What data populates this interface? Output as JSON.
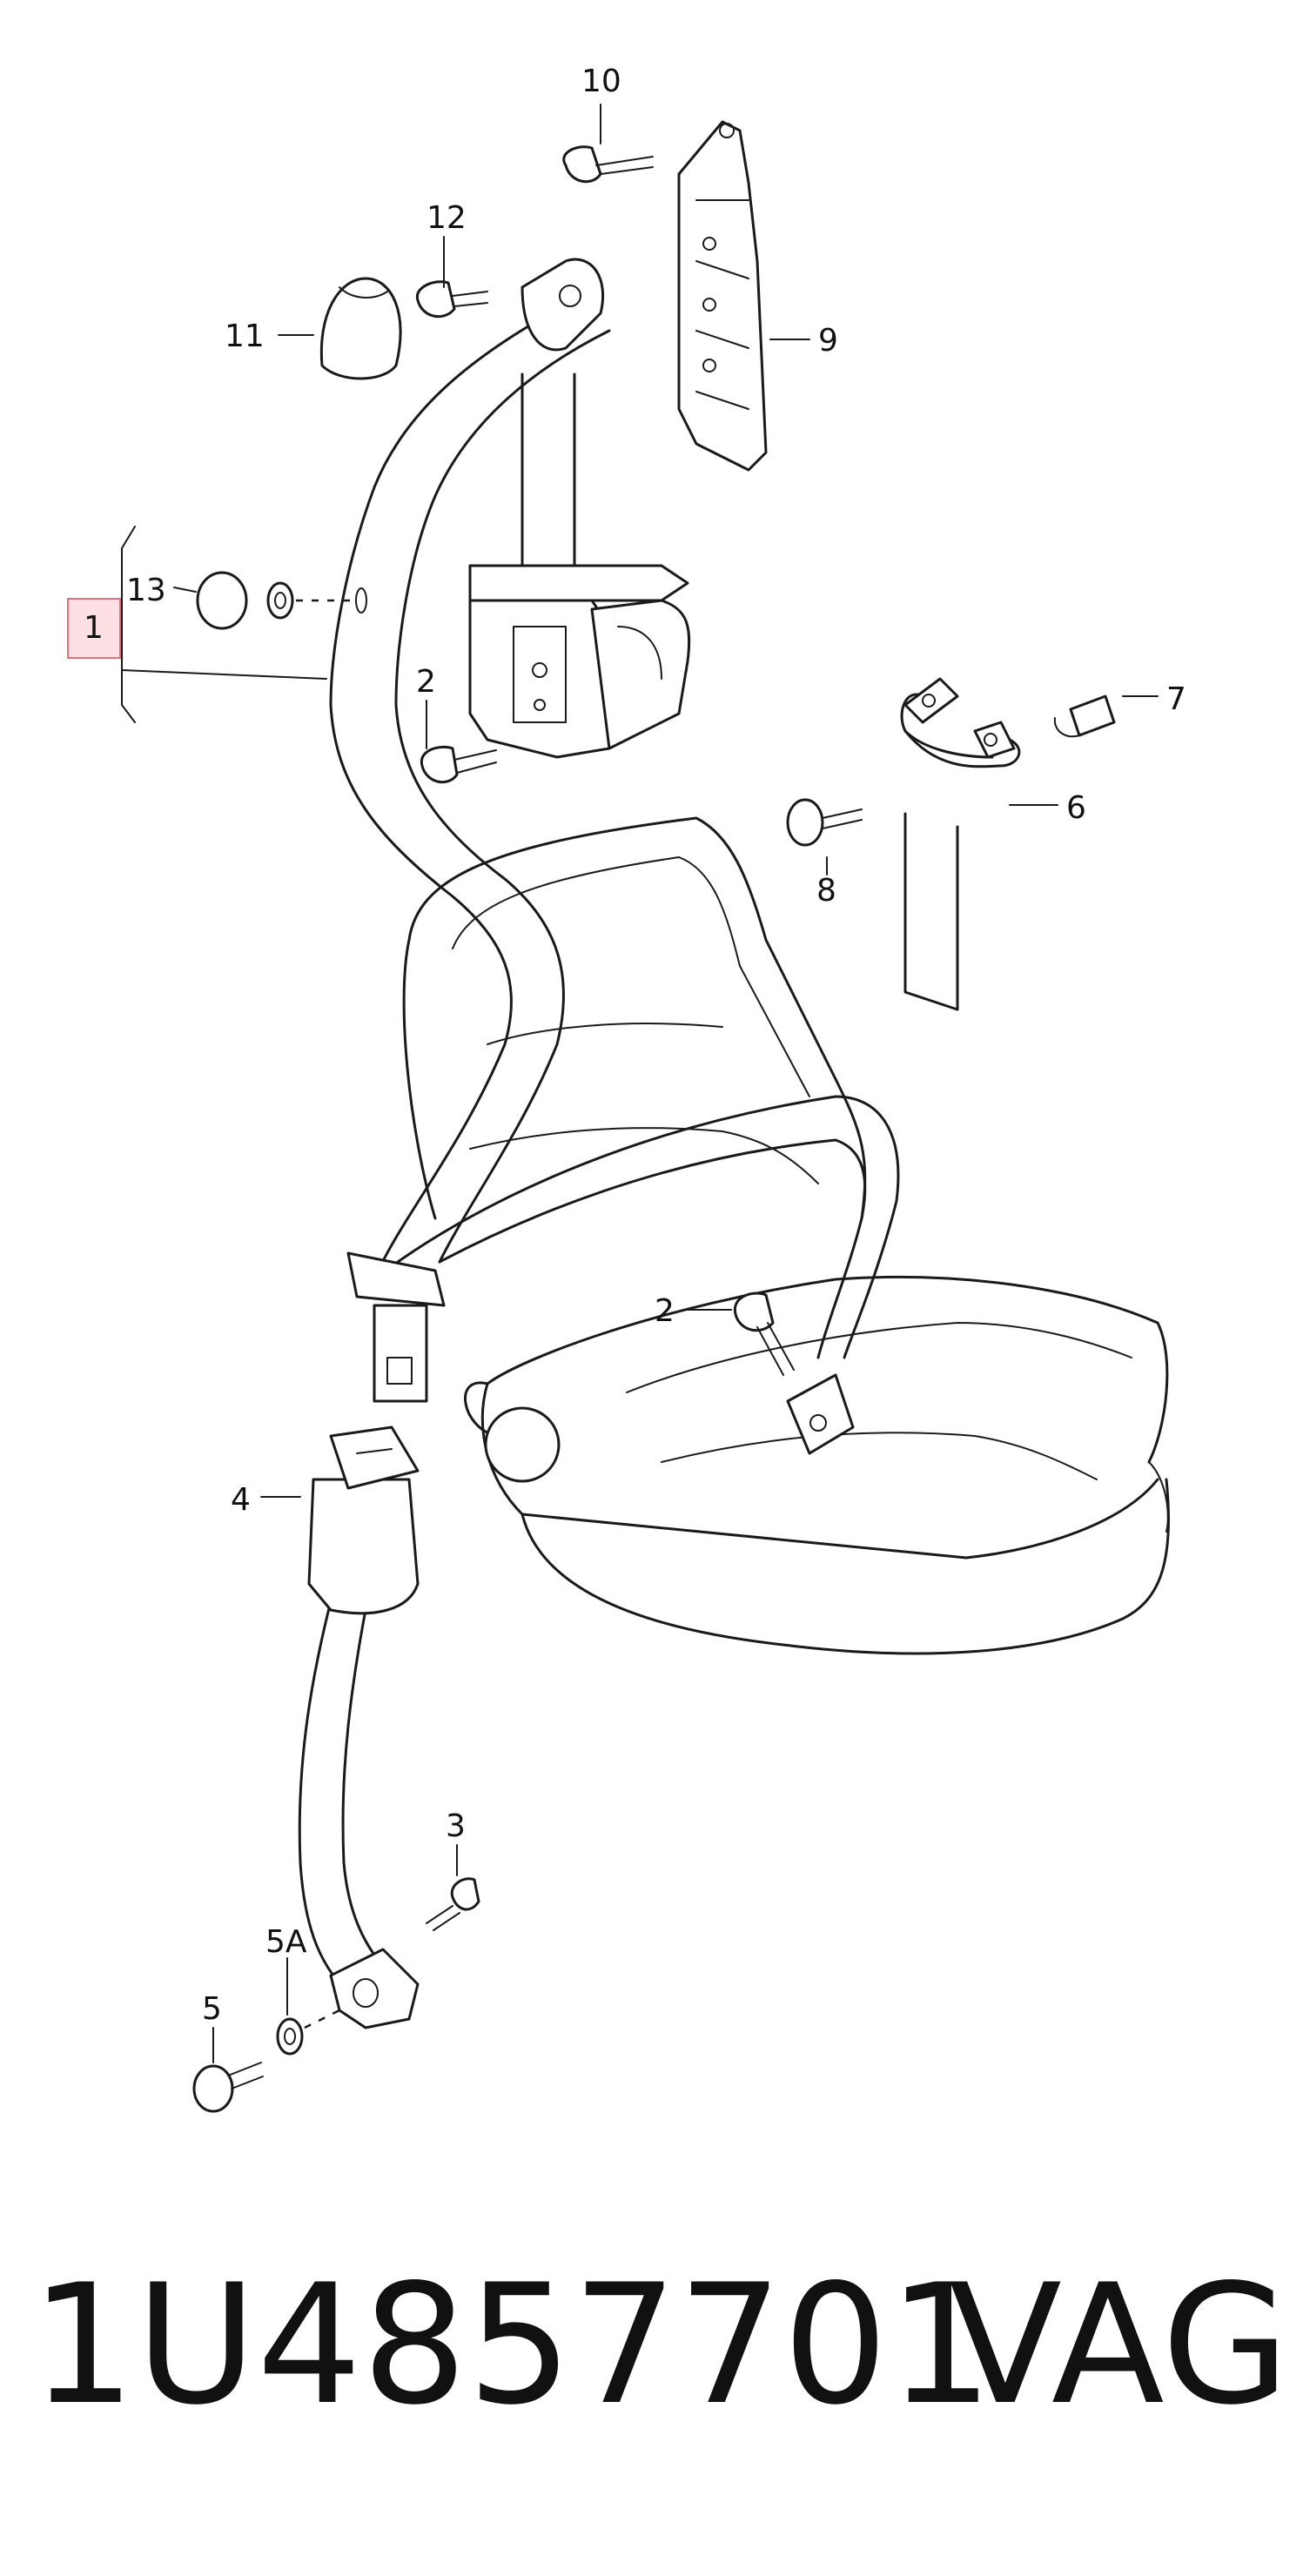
{
  "callouts": {
    "c1": "1",
    "c2a": "2",
    "c2b": "2",
    "c3": "3",
    "c4": "4",
    "c5": "5",
    "c5a": "5A",
    "c6": "6",
    "c7": "7",
    "c8": "8",
    "c9": "9",
    "c10": "10",
    "c11": "11",
    "c12": "12",
    "c13": "13"
  },
  "footer": {
    "part_number": "1U4857701",
    "brand": "VAG"
  },
  "colors": {
    "line": "#1a1a1a",
    "highlight_fill": "#fde0e4",
    "highlight_stroke": "#e0707e"
  }
}
